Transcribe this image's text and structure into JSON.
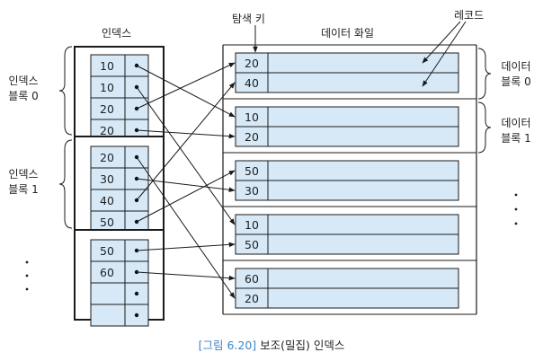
{
  "labels": {
    "index_header": "인덱스",
    "search_key": "탐색 키",
    "data_file": "데이터 화일",
    "record": "레코드",
    "index_block_0": "인덱스\n블록 0",
    "index_block_1": "인덱스\n블록 1",
    "data_block_0": "데이터\n블록 0",
    "data_block_1": "데이터\n블록 1",
    "ellipsis": "·"
  },
  "caption": {
    "figure_number": "[그림 6.20]",
    "title": "보조(밀집) 인덱스"
  },
  "index_blocks": [
    {
      "name": "index-block-0",
      "entries": [
        "10",
        "10",
        "20",
        "20"
      ]
    },
    {
      "name": "index-block-1",
      "entries": [
        "20",
        "30",
        "40",
        "50"
      ]
    },
    {
      "name": "index-block-2",
      "entries": [
        "50",
        "60",
        "",
        ""
      ]
    }
  ],
  "data_blocks": [
    {
      "name": "data-block-0",
      "keys": [
        "20",
        "40"
      ]
    },
    {
      "name": "data-block-1",
      "keys": [
        "10",
        "20"
      ]
    },
    {
      "name": "data-block-2",
      "keys": [
        "50",
        "30"
      ]
    },
    {
      "name": "data-block-3",
      "keys": [
        "10",
        "50"
      ]
    },
    {
      "name": "data-block-4",
      "keys": [
        "60",
        "20"
      ]
    }
  ],
  "pointers": [
    {
      "from": [
        0,
        0
      ],
      "to": [
        1,
        0
      ]
    },
    {
      "from": [
        0,
        1
      ],
      "to": [
        3,
        0
      ]
    },
    {
      "from": [
        0,
        2
      ],
      "to": [
        0,
        0
      ]
    },
    {
      "from": [
        0,
        3
      ],
      "to": [
        1,
        1
      ]
    },
    {
      "from": [
        1,
        0
      ],
      "to": [
        4,
        1
      ]
    },
    {
      "from": [
        1,
        1
      ],
      "to": [
        2,
        1
      ]
    },
    {
      "from": [
        1,
        2
      ],
      "to": [
        0,
        1
      ]
    },
    {
      "from": [
        1,
        3
      ],
      "to": [
        2,
        0
      ]
    },
    {
      "from": [
        2,
        0
      ],
      "to": [
        3,
        1
      ]
    },
    {
      "from": [
        2,
        1
      ],
      "to": [
        4,
        0
      ]
    }
  ],
  "colors": {
    "cell_fill": "#d7e9f7",
    "border": "#1a1a1a",
    "line": "#1a1a1a",
    "caption_accent": "#3a86c8"
  }
}
